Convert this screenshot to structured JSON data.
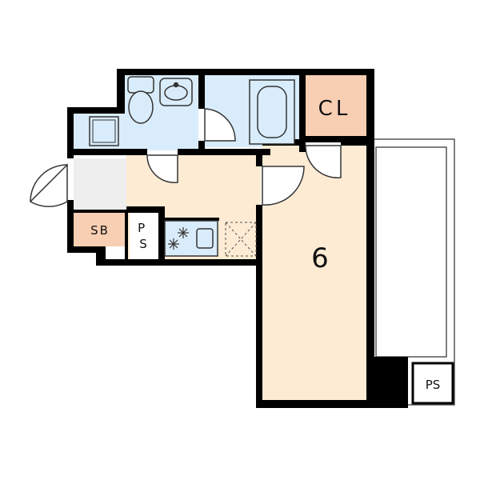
{
  "rooms": {
    "main_room": {
      "label": "6"
    },
    "closet": {
      "label": "CL"
    },
    "shoe_box": {
      "label": "SB"
    },
    "pipe_space_inner": {
      "label": "P\nS"
    },
    "pipe_space_balcony": {
      "label": "PS"
    }
  },
  "colors": {
    "wall": "#000000",
    "wet_area": "#d9ecfb",
    "living": "#fdebd3",
    "closet": "#f9cfb3",
    "entrance": "#eeeeee",
    "fixture": "#8ab4d6",
    "balcony_line": "#444444"
  }
}
